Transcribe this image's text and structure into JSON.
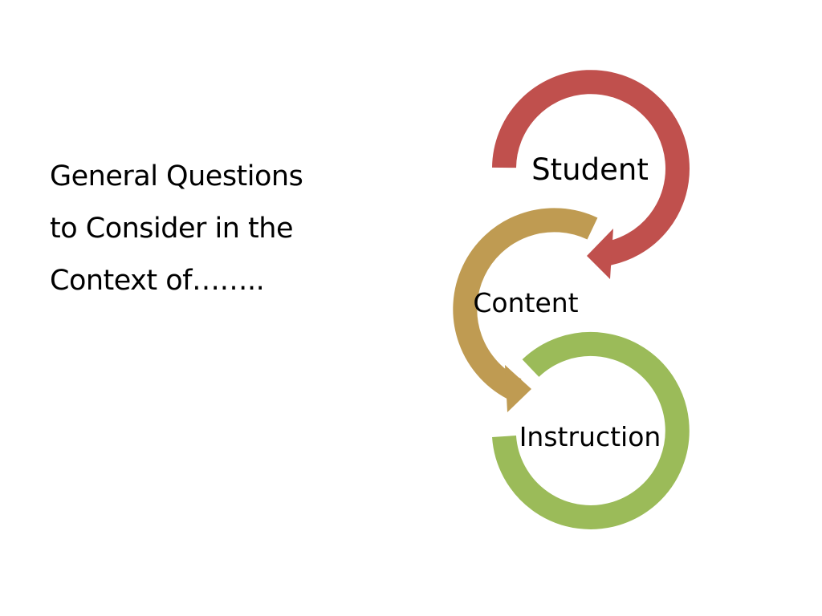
{
  "heading": {
    "lines": [
      "General Questions",
      "to Consider in the",
      "Context of…….."
    ]
  },
  "diagram": {
    "nodes": [
      {
        "label": "Student",
        "color": "#C0504D"
      },
      {
        "label": "Content",
        "color": "#BF9B52"
      },
      {
        "label": "Instruction",
        "color": "#9BBB59"
      }
    ]
  }
}
